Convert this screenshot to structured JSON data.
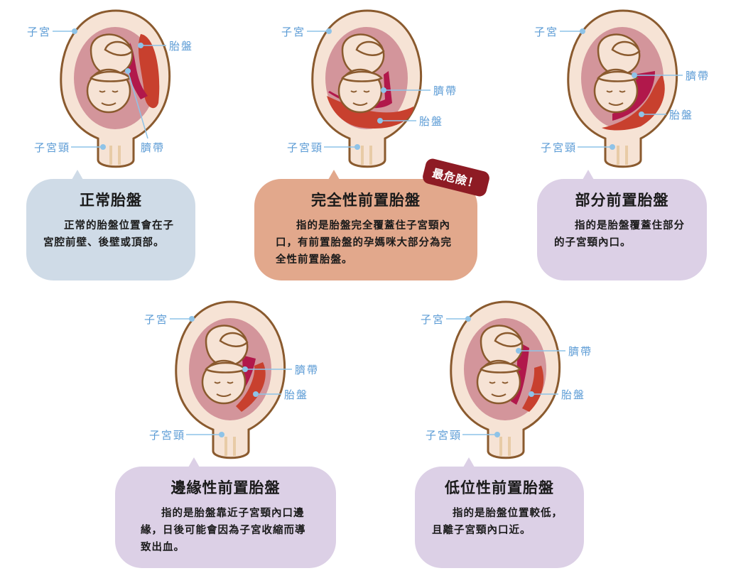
{
  "colors": {
    "label": "#5b9bd5",
    "leader": "#8ec3e8",
    "uterus": "#f6e3d5",
    "outline": "#8a5a2e",
    "cavity": "#d3959b",
    "placenta": "#c8402e",
    "cord": "#b1184b",
    "blue_bubble": "#cfdbe7",
    "orange_bubble": "#e2a88c",
    "purple_bubble": "#dcd0e6",
    "danger": "#8e1b24"
  },
  "diagrams": [
    {
      "labels": {
        "uterus": "子宮",
        "placenta": "胎盤",
        "cervix": "子宮頸",
        "cord": "臍帶"
      },
      "title": "正常胎盤",
      "desc": "正常的胎盤位置會在子宮腔前壁、後壁或頂部。",
      "placenta_position": "top-side"
    },
    {
      "labels": {
        "uterus": "子宮",
        "placenta": "胎盤",
        "cervix": "子宮頸",
        "cord": "臍帶"
      },
      "title": "完全性前置胎盤",
      "desc": "指的是胎盤完全覆蓋住子宮頸內口，有前置胎盤的孕媽咪大部分為完全性前置胎盤。",
      "badge": "最危險！",
      "placenta_position": "covering-cervix"
    },
    {
      "labels": {
        "uterus": "子宮",
        "placenta": "胎盤",
        "cervix": "子宮頸",
        "cord": "臍帶"
      },
      "title": "部分前置胎盤",
      "desc": "指的是胎盤覆蓋住部分的子宮頸內口。",
      "placenta_position": "partial"
    },
    {
      "labels": {
        "uterus": "子宮",
        "placenta": "胎盤",
        "cervix": "子宮頸",
        "cord": "臍帶"
      },
      "title": "邊緣性前置胎盤",
      "desc": "指的是胎盤靠近子宮頸內口邊緣，日後可能會因為子宮收縮而導致出血。",
      "placenta_position": "marginal"
    },
    {
      "labels": {
        "uterus": "子宮",
        "placenta": "胎盤",
        "cervix": "子宮頸",
        "cord": "臍帶"
      },
      "title": "低位性前置胎盤",
      "desc": "指的是胎盤位置較低，且離子宮頸內口近。",
      "placenta_position": "low-lying"
    }
  ]
}
